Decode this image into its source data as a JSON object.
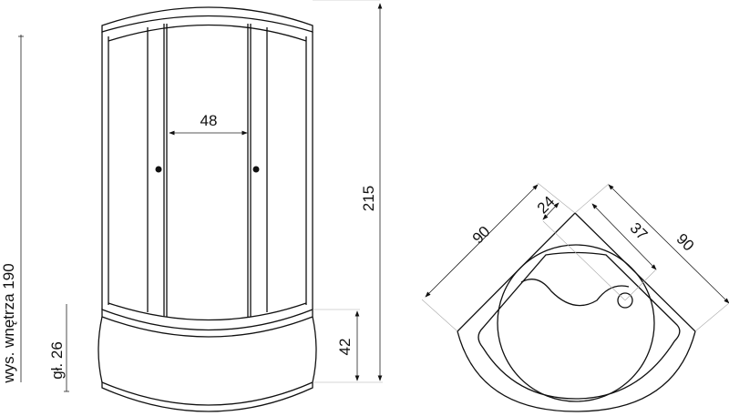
{
  "front_view": {
    "inner_height_label": "wys. wnętrza 190",
    "tray_depth_label": "gł. 26",
    "door_opening": "48",
    "total_height": "215",
    "tray_height": "42"
  },
  "plan_view": {
    "side_left": "90",
    "side_right": "90",
    "drain_offset": "24",
    "drain_distance": "37"
  }
}
